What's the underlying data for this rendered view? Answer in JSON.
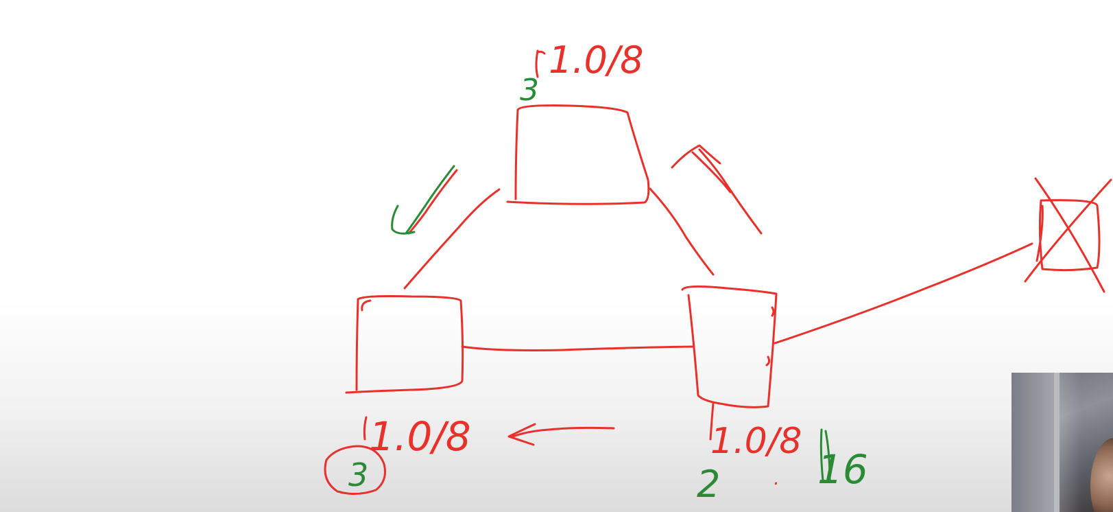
{
  "canvas": {
    "ink_red": "#e8312b",
    "ink_green": "#2b8a35"
  },
  "labels": {
    "top_weight": "1.0/8",
    "top_count": "3",
    "left_weight": "1.0/8",
    "left_count": "3",
    "right_weight": "1.0/8",
    "right_count": "2",
    "right_dot": ".",
    "right_value": "16"
  },
  "nodes": [
    {
      "id": "top-node"
    },
    {
      "id": "bottom-left-node"
    },
    {
      "id": "bottom-right-node"
    },
    {
      "id": "crossed-out-node"
    }
  ],
  "icons": {
    "webcam": "webcam-feed"
  }
}
